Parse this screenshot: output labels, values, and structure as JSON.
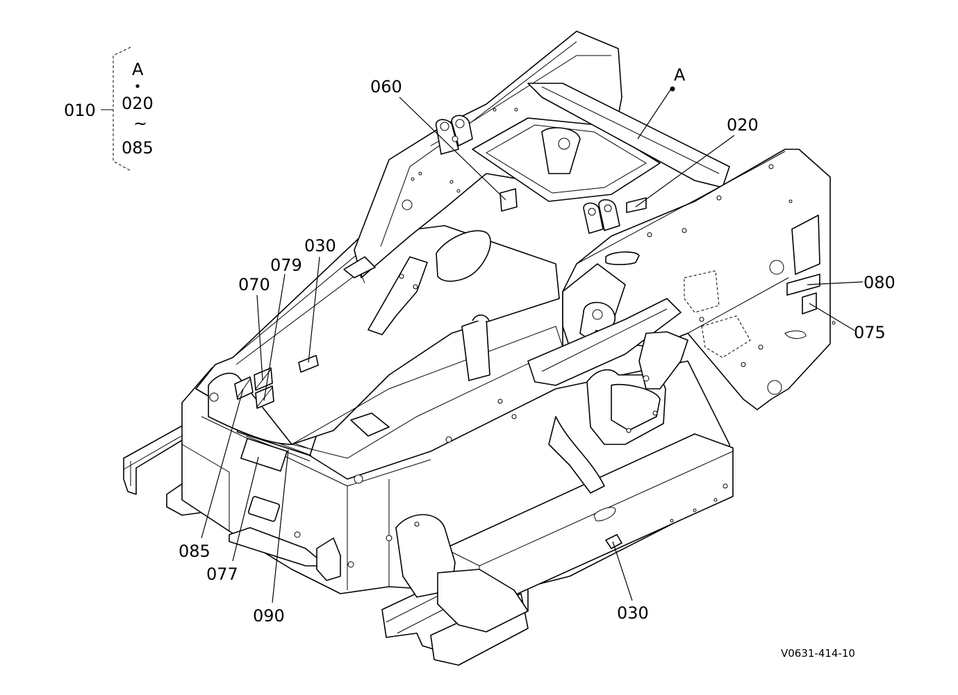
{
  "legend": {
    "assembly_code": "010",
    "ref_letter": "A",
    "range_start": "020",
    "range_tilde": "~",
    "range_end": "085"
  },
  "callouts": {
    "A": "A",
    "c020": "020",
    "c030_top": "030",
    "c030_bottom": "030",
    "c060": "060",
    "c070": "070",
    "c075": "075",
    "c077": "077",
    "c079": "079",
    "c080": "080",
    "c085": "085",
    "c090": "090"
  },
  "drawing_code": "V0631-414-10"
}
